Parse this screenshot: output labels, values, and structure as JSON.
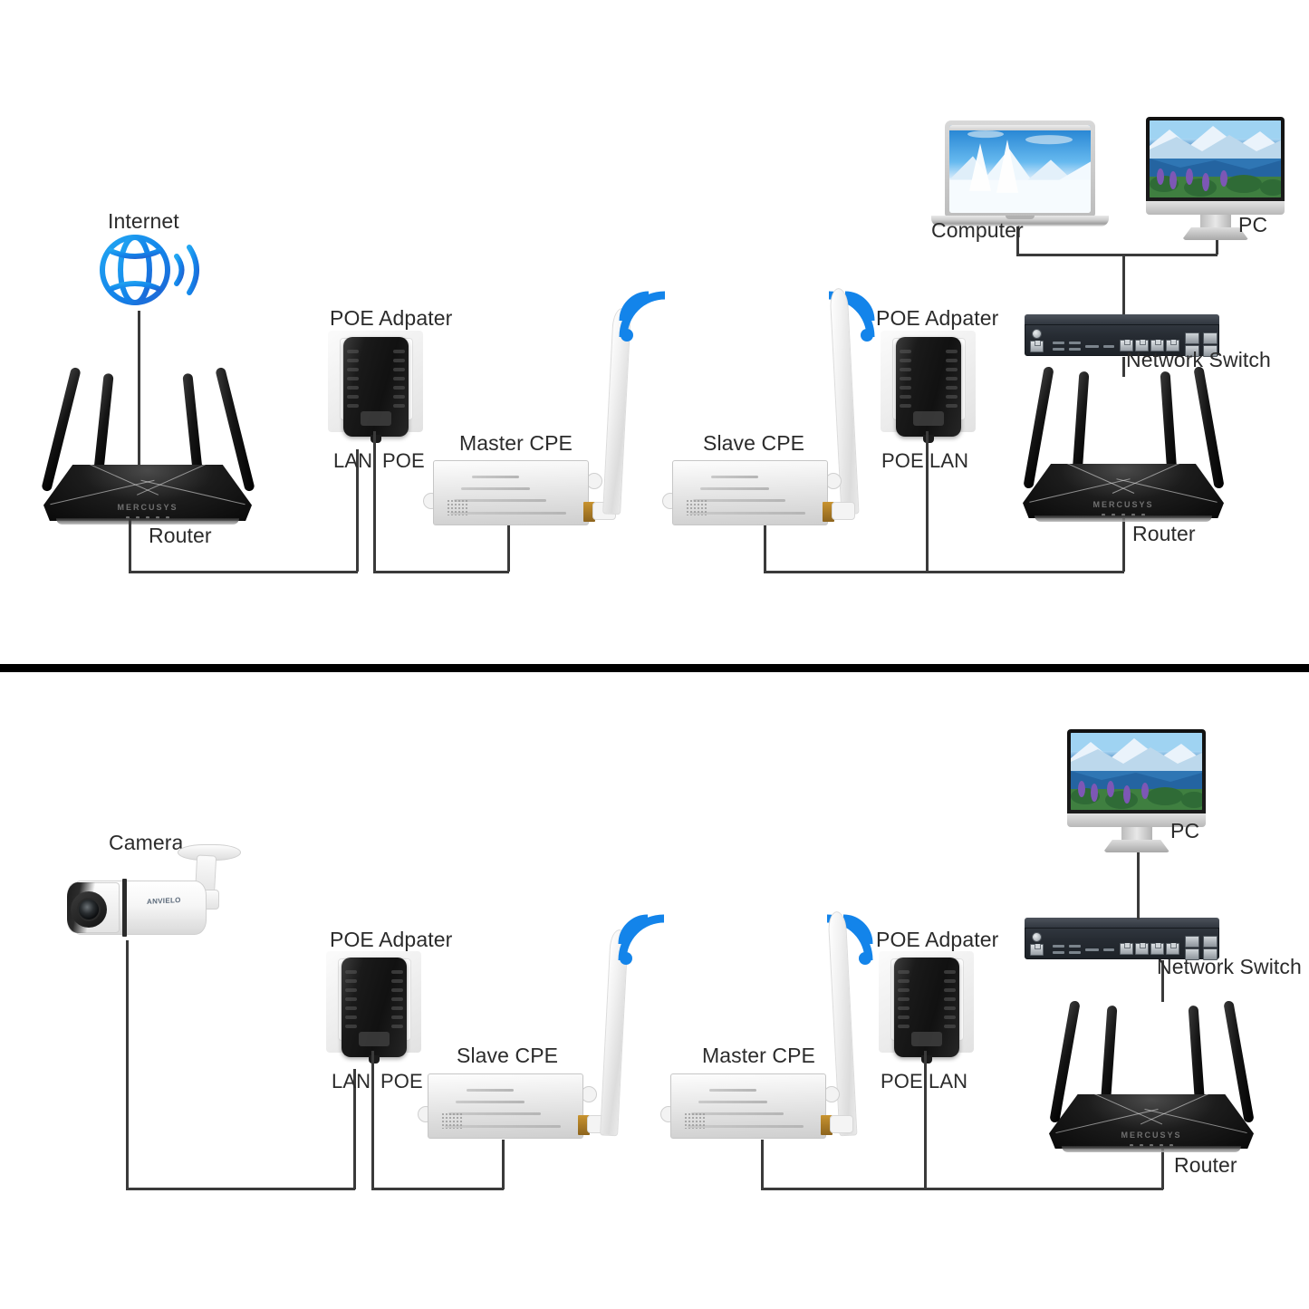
{
  "diagram": {
    "title_note": "CPE wireless bridge connection diagrams",
    "divider_color": "#000000",
    "accent_blue": "#1384ea",
    "wire_color": "#3a3a3a"
  },
  "top_scenario": {
    "name": "Internet to network switch via CPE bridge",
    "labels": {
      "internet": "Internet",
      "router_left": "Router",
      "poe_adapter_left": "POE Adpater",
      "lan_left": "LAN",
      "poe_left": "POE",
      "master_cpe": "Master CPE",
      "slave_cpe": "Slave CPE",
      "poe_adapter_right": "POE Adpater",
      "poe_right": "POE",
      "lan_right": "LAN",
      "router_right": "Router",
      "network_switch": "Network Switch",
      "computer": "Computer",
      "pc": "PC"
    },
    "icons": {
      "internet": "globe-wifi-icon",
      "wifi_left": "wifi-signal-icon",
      "wifi_right": "wifi-signal-icon"
    }
  },
  "bottom_scenario": {
    "name": "IP camera to network switch via CPE bridge",
    "labels": {
      "camera": "Camera",
      "poe_adapter_left": "POE Adpater",
      "lan_left": "LAN",
      "poe_left": "POE",
      "slave_cpe": "Slave CPE",
      "master_cpe": "Master CPE",
      "poe_adapter_right": "POE Adpater",
      "poe_right": "POE",
      "lan_right": "LAN",
      "router": "Router",
      "network_switch": "Network Switch",
      "pc": "PC"
    },
    "icons": {
      "camera": "bullet-camera-icon",
      "wifi_left": "wifi-signal-icon",
      "wifi_right": "wifi-signal-icon"
    },
    "camera_brand": "ANVIELO"
  }
}
